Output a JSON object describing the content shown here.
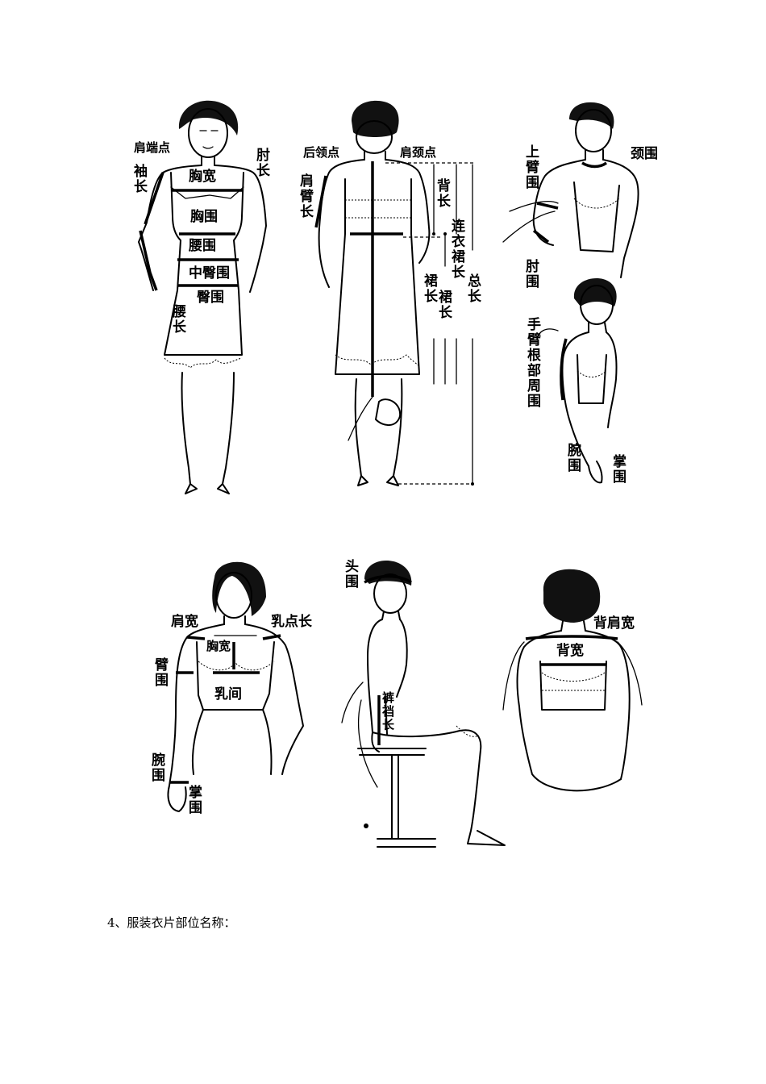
{
  "figure1": {
    "shoulder_point": "肩端点",
    "sleeve_length": "袖\n长",
    "elbow_length": "肘\n长",
    "chest_width": "胸宽",
    "bust": "胸围",
    "waist": "腰围",
    "mid_hip": "中臀围",
    "hip": "臀围",
    "waist_length": "腰\n长"
  },
  "figure2": {
    "back_neck_point": "后领点",
    "side_neck_point": "肩颈点",
    "shoulder_arm_length": "肩\n臂\n长",
    "back_length": "背\n长",
    "dress_length": "连\n衣\n裙\n长",
    "skirt_length_a": "裙\n长",
    "skirt_length_b": "裙\n长",
    "total_length": "总\n长"
  },
  "figure3": {
    "upper_arm": "上\n臂\n围",
    "neck": "颈围",
    "elbow": "肘\n围"
  },
  "figure4": {
    "armhole": "手\n臂\n根\n部\n周\n围",
    "wrist": "腕\n围",
    "palm": "掌\n围"
  },
  "figure5": {
    "shoulder_width": "肩宽",
    "bust_point_length": "乳点长",
    "chest_width": "胸宽",
    "arm": "臂\n围",
    "bust_span": "乳间",
    "wrist": "腕\n围",
    "palm": "掌\n围"
  },
  "figure6": {
    "head": "头\n围",
    "crotch_depth": "裤\n裆\n长"
  },
  "figure7": {
    "back_shoulder_width": "背肩宽",
    "back_width": "背宽"
  },
  "caption": "4、服装衣片部位名称："
}
